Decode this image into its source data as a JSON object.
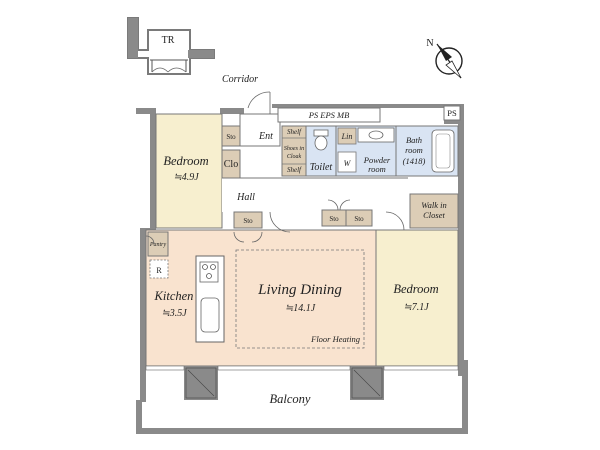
{
  "labels": {
    "tr": "TR",
    "corridor": "Corridor",
    "ps_eps_mb": "PS EPS MB",
    "ps": "PS",
    "ent": "Ent",
    "sto": "Sto",
    "clo": "Clo",
    "shelf": "Shelf",
    "shoes_in_cloak_1": "Shoes in",
    "shoes_in_cloak_2": "Cloak",
    "toilet": "Toilet",
    "lin": "Lin",
    "w": "W",
    "powder_room_1": "Powder",
    "powder_room_2": "room",
    "bathroom_1": "Bath",
    "bathroom_2": "room",
    "bathroom_size": "(1418)",
    "hall": "Hall",
    "walkin_1": "Walk in",
    "walkin_2": "Closet",
    "pantry": "Pantry",
    "fridge": "R",
    "bedroom_small": "Bedroom",
    "bedroom_small_area": "≒4.9J",
    "kitchen": "Kitchen",
    "kitchen_area": "≒3.5J",
    "living_dining": "Living Dining",
    "living_dining_area": "≒14.1J",
    "floor_heating": "Floor Heating",
    "bedroom_large": "Bedroom",
    "bedroom_large_area": "≒7.1J",
    "balcony": "Balcony",
    "compass_n": "N"
  },
  "colors": {
    "wall": "#7a7a7a",
    "bedroom_small_fill": "#f7efcf",
    "living_fill": "#f9e3cf",
    "bedroom_large_fill": "#f7efcf",
    "storage_fill": "#dccdb6",
    "wet_fill": "#d9e4f3",
    "hall_fill": "#ffffff"
  }
}
